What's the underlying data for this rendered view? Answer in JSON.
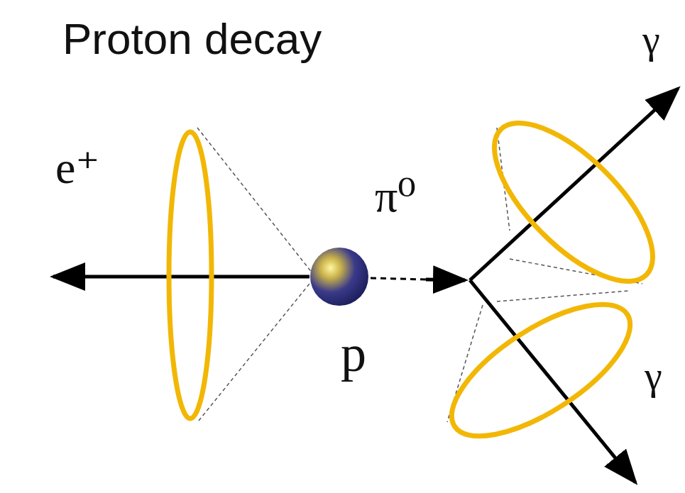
{
  "diagram": {
    "title": "Proton decay",
    "nodes": [
      {
        "text": [
          "p"
        ]
      }
    ],
    "labels": [
      "e⁺",
      "π⁰",
      "γ",
      "γ"
    ]
  }
}
